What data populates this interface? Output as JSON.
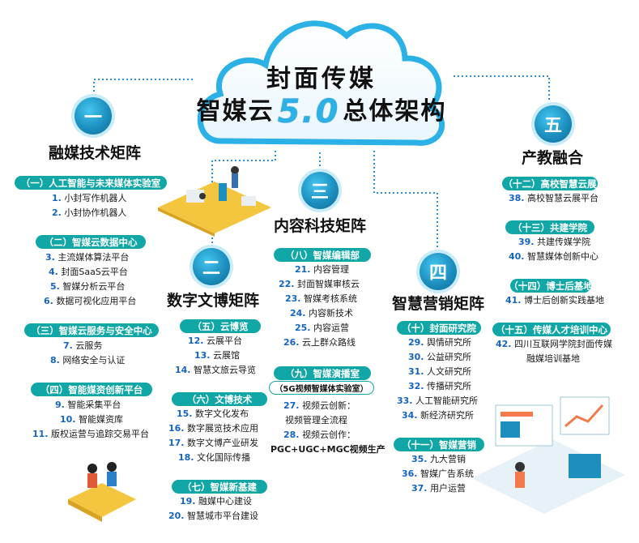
{
  "title": {
    "line1": "封面传媒",
    "line2_pre": "智媒云",
    "version": "5.0",
    "line2_post": "总体架构"
  },
  "sections": [
    {
      "numeral": "一",
      "heading": "融媒技术矩阵",
      "groups": [
        {
          "label": "（一）人工智能与未来媒体实验室",
          "items": [
            {
              "n": "1.",
              "t": "小封写作机器人"
            },
            {
              "n": "2.",
              "t": "小封协作机器人"
            }
          ]
        },
        {
          "label": "（二）智媒云数据中心",
          "items": [
            {
              "n": "3.",
              "t": "主流媒体算法平台"
            },
            {
              "n": "4.",
              "t": "封面SaaS云平台"
            },
            {
              "n": "5.",
              "t": "智媒分析云平台"
            },
            {
              "n": "6.",
              "t": "数据可视化应用平台"
            }
          ]
        },
        {
          "label": "（三）智媒云服务与安全中心",
          "items": [
            {
              "n": "7.",
              "t": "云服务"
            },
            {
              "n": "8.",
              "t": "网络安全与认证"
            }
          ]
        },
        {
          "label": "（四）智能媒资创新平台",
          "items": [
            {
              "n": "9.",
              "t": "智能采集平台"
            },
            {
              "n": "10.",
              "t": "智能媒资库"
            },
            {
              "n": "11.",
              "t": "版权运营与追踪交易平台"
            }
          ]
        }
      ]
    },
    {
      "numeral": "二",
      "heading": "数字文博矩阵",
      "groups": [
        {
          "label": "（五）云博览",
          "items": [
            {
              "n": "12.",
              "t": "云展平台"
            },
            {
              "n": "13.",
              "t": "云展馆"
            },
            {
              "n": "14.",
              "t": "智慧文旅云导览"
            }
          ]
        },
        {
          "label": "（六）文博技术",
          "items": [
            {
              "n": "15.",
              "t": "数字文化发布"
            },
            {
              "n": "16.",
              "t": "数字展览技术应用"
            },
            {
              "n": "17.",
              "t": "数字文博产业研发"
            },
            {
              "n": "18.",
              "t": "文化国际传播"
            }
          ]
        },
        {
          "label": "（七）智媒新基建",
          "items": [
            {
              "n": "19.",
              "t": "融媒中心建设"
            },
            {
              "n": "20.",
              "t": "智慧城市平台建设"
            }
          ]
        }
      ]
    },
    {
      "numeral": "三",
      "heading": "内容科技矩阵",
      "groups": [
        {
          "label": "（八）智媒编辑部",
          "items": [
            {
              "n": "21.",
              "t": "内容管理"
            },
            {
              "n": "22.",
              "t": "封面智媒审核云"
            },
            {
              "n": "23.",
              "t": "智媒考核系统"
            },
            {
              "n": "24.",
              "t": "内容新技术"
            },
            {
              "n": "25.",
              "t": "内容运营"
            },
            {
              "n": "26.",
              "t": "云上群众路线"
            }
          ]
        },
        {
          "label": "（九）智媒演播室",
          "sublabel": "（5G视频智媒体实验室）",
          "items": [
            {
              "n": "27.",
              "t": "视频云创新：",
              "t2": "视频管理全流程"
            },
            {
              "n": "28.",
              "t": "视频云创作：",
              "t2": "PGC+UGC+MGC视频生产"
            }
          ]
        }
      ]
    },
    {
      "numeral": "四",
      "heading": "智慧营销矩阵",
      "groups": [
        {
          "label": "（十）封面研究院",
          "items": [
            {
              "n": "29.",
              "t": "舆情研究所"
            },
            {
              "n": "30.",
              "t": "公益研究所"
            },
            {
              "n": "31.",
              "t": "人文研究所"
            },
            {
              "n": "32.",
              "t": "传播研究所"
            },
            {
              "n": "33.",
              "t": "人工智能研究所"
            },
            {
              "n": "34.",
              "t": "新经济研究所"
            }
          ]
        },
        {
          "label": "（十一）智媒营销",
          "items": [
            {
              "n": "35.",
              "t": "九大营销"
            },
            {
              "n": "36.",
              "t": "智媒广告系统"
            },
            {
              "n": "37.",
              "t": "用户运营"
            }
          ]
        }
      ]
    },
    {
      "numeral": "五",
      "heading": "产教融合",
      "groups": [
        {
          "label": "（十二）高校智慧云展",
          "items": [
            {
              "n": "38.",
              "t": "高校智慧云展平台"
            }
          ]
        },
        {
          "label": "（十三）共建学院",
          "items": [
            {
              "n": "39.",
              "t": "共建传媒学院"
            },
            {
              "n": "40.",
              "t": "智慧媒体创新中心"
            }
          ]
        },
        {
          "label": "（十四）博士后基地",
          "items": [
            {
              "n": "41.",
              "t": "博士后创新实践基地"
            }
          ]
        },
        {
          "label": "（十五）传媒人才培训中心",
          "items": [
            {
              "n": "42.",
              "t": "四川互联网学院封面传媒",
              "t2": "融媒培训基地"
            }
          ]
        }
      ]
    }
  ],
  "colors": {
    "accent": "#12a7a7",
    "numeral": "#1c8fbf",
    "number": "#1565c0",
    "cloud": "#2bb1e6"
  }
}
